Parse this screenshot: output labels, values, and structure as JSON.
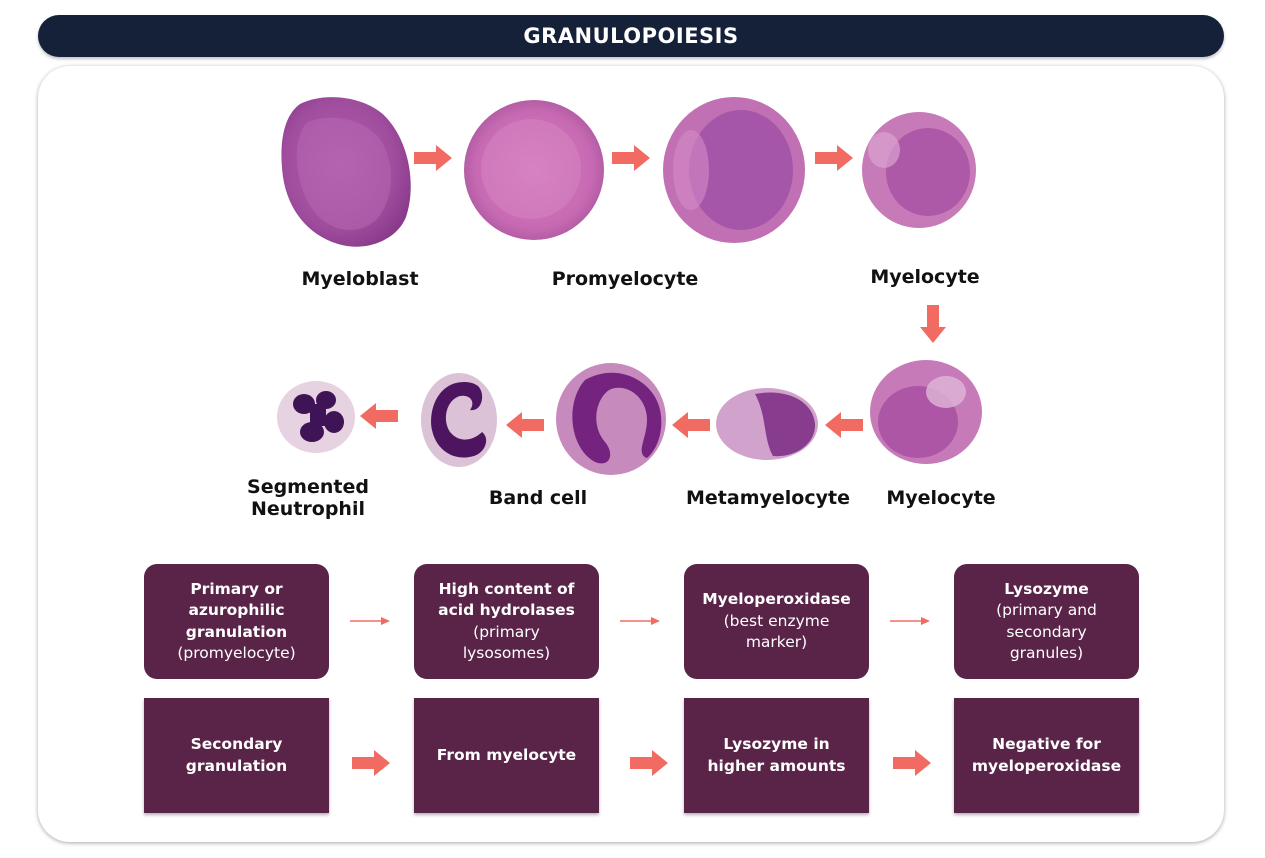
{
  "title": "GRANULOPOIESIS",
  "cells": {
    "myeloblast": "Myeloblast",
    "promyelocyte": "Promyelocyte",
    "myelocyte_top": "Myelocyte",
    "myelocyte_bottom": "Myelocyte",
    "metamyelocyte": "Metamyelocyte",
    "band_cell": "Band cell",
    "segmented_line1": "Segmented",
    "segmented_line2": "Neutrophil"
  },
  "primary_row": [
    {
      "bold": [
        "Primary or",
        "azurophilic",
        "granulation"
      ],
      "normal": [
        "(promyelocyte)"
      ]
    },
    {
      "bold": [
        "High content of",
        "acid hydrolases"
      ],
      "normal": [
        "(primary",
        "lysosomes)"
      ]
    },
    {
      "bold": [
        "Myeloperoxidase"
      ],
      "normal": [
        "(best enzyme",
        "marker)"
      ]
    },
    {
      "bold": [
        "Lysozyme"
      ],
      "normal": [
        "(primary and",
        "secondary",
        "granules)"
      ]
    }
  ],
  "secondary_row": [
    {
      "bold": [
        "Secondary",
        "granulation"
      ]
    },
    {
      "bold": [
        "From myelocyte"
      ]
    },
    {
      "bold": [
        "Lysozyme in",
        "higher amounts"
      ]
    },
    {
      "bold": [
        "Negative for",
        "myeloperoxidase"
      ]
    }
  ],
  "colors": {
    "title_bg": "#152039",
    "box_bg": "#5a2448",
    "arrow": "#f26b63",
    "cell_pink": "#c77ab8",
    "nucleus_purple": "#6a1f7a"
  }
}
